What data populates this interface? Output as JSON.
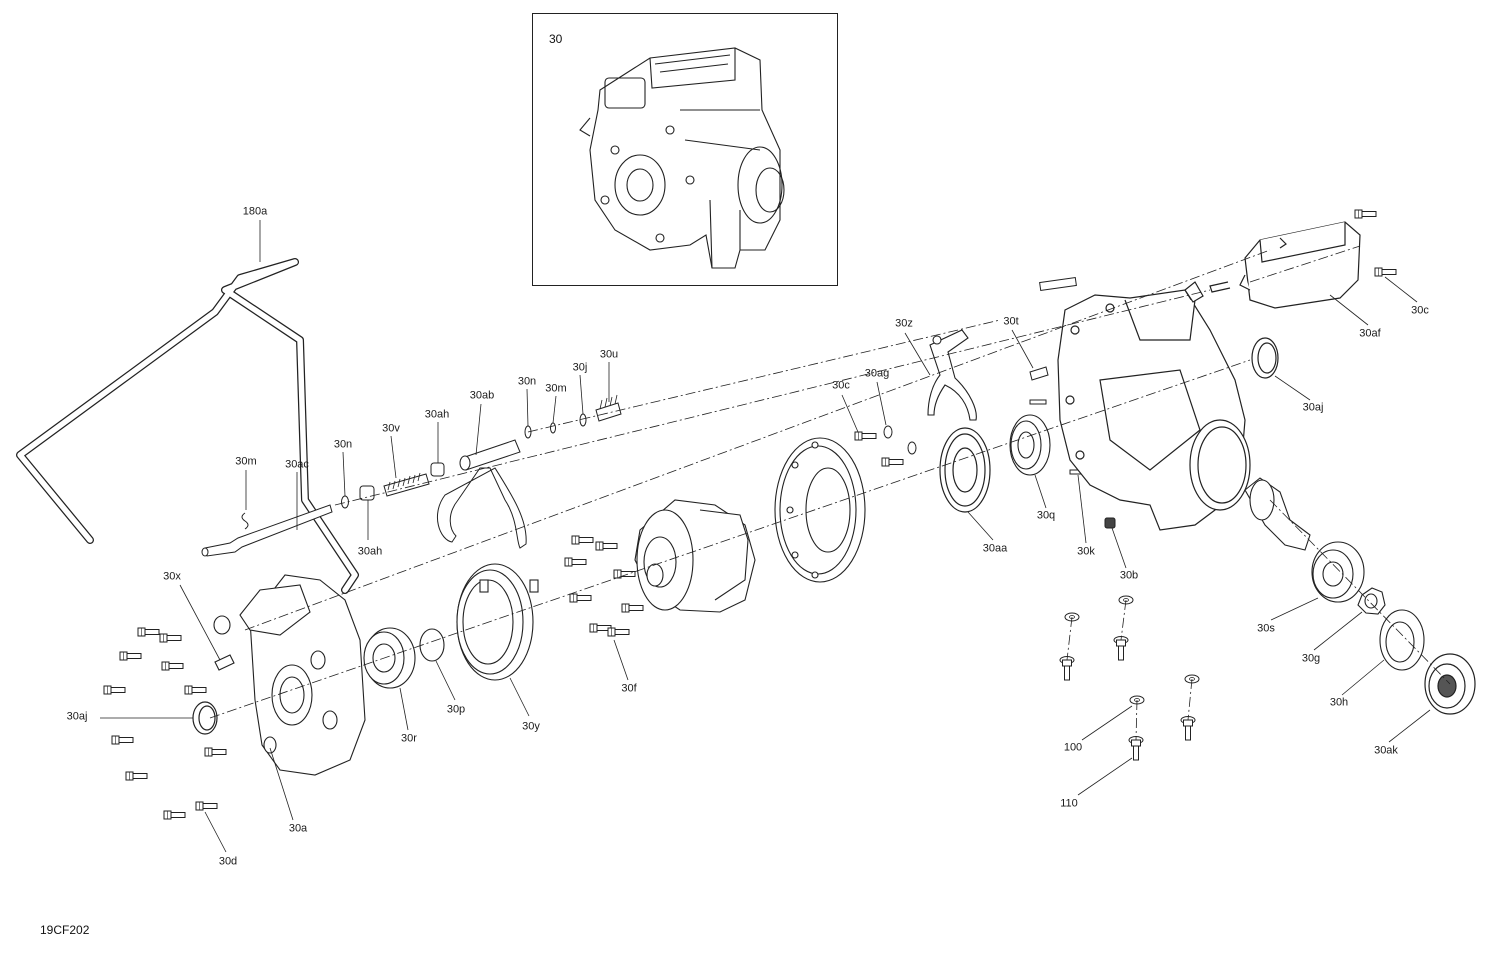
{
  "figure_code": "19CF202",
  "inset": {
    "label": "30"
  },
  "callouts": [
    {
      "id": "180a",
      "text": "180a"
    },
    {
      "id": "30m-left",
      "text": "30m"
    },
    {
      "id": "30ac",
      "text": "30ac"
    },
    {
      "id": "30n-left",
      "text": "30n"
    },
    {
      "id": "30v",
      "text": "30v"
    },
    {
      "id": "30ah-top",
      "text": "30ah"
    },
    {
      "id": "30ah-bottom",
      "text": "30ah"
    },
    {
      "id": "30ab",
      "text": "30ab"
    },
    {
      "id": "30n-right",
      "text": "30n"
    },
    {
      "id": "30m-right",
      "text": "30m"
    },
    {
      "id": "30j",
      "text": "30j"
    },
    {
      "id": "30u",
      "text": "30u"
    },
    {
      "id": "30x",
      "text": "30x"
    },
    {
      "id": "30aj-left",
      "text": "30aj"
    },
    {
      "id": "30a",
      "text": "30a"
    },
    {
      "id": "30d",
      "text": "30d"
    },
    {
      "id": "30r",
      "text": "30r"
    },
    {
      "id": "30p",
      "text": "30p"
    },
    {
      "id": "30y",
      "text": "30y"
    },
    {
      "id": "30f",
      "text": "30f"
    },
    {
      "id": "30c-mid",
      "text": "30c"
    },
    {
      "id": "30ag",
      "text": "30ag"
    },
    {
      "id": "30z",
      "text": "30z"
    },
    {
      "id": "30t",
      "text": "30t"
    },
    {
      "id": "30aa",
      "text": "30aa"
    },
    {
      "id": "30q",
      "text": "30q"
    },
    {
      "id": "30k",
      "text": "30k"
    },
    {
      "id": "30b",
      "text": "30b"
    },
    {
      "id": "30af",
      "text": "30af"
    },
    {
      "id": "30c-right",
      "text": "30c"
    },
    {
      "id": "30aj-right",
      "text": "30aj"
    },
    {
      "id": "30s",
      "text": "30s"
    },
    {
      "id": "30g",
      "text": "30g"
    },
    {
      "id": "30h",
      "text": "30h"
    },
    {
      "id": "30ak",
      "text": "30ak"
    },
    {
      "id": "100",
      "text": "100"
    },
    {
      "id": "110",
      "text": "110"
    }
  ]
}
